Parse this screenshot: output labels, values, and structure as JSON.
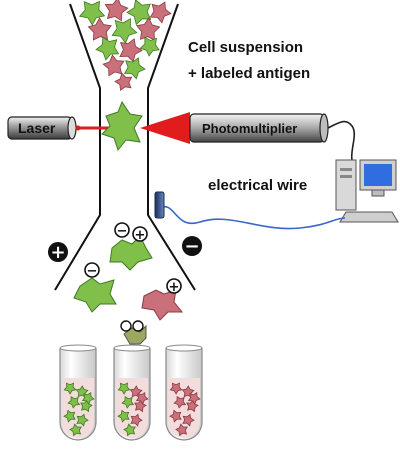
{
  "labels": {
    "cell_suspension": "Cell suspension",
    "labeled_antigen": "+ labeled antigen",
    "laser": "Laser",
    "photomultiplier": "Photomultiplier",
    "electrical_wire": "electrical wire"
  },
  "signs": {
    "positive_plate": "+",
    "negative_plate": "−",
    "cell_negative": "−",
    "cell_positive": "+"
  },
  "colors": {
    "cell_green": "#7fbf4a",
    "cell_red": "#c9707a",
    "laser_beam": "#d82020",
    "wire": "#3a66c8",
    "tube_liquid": "#f3dcdc"
  },
  "icons": {
    "computer": "desktop-computer-icon"
  }
}
